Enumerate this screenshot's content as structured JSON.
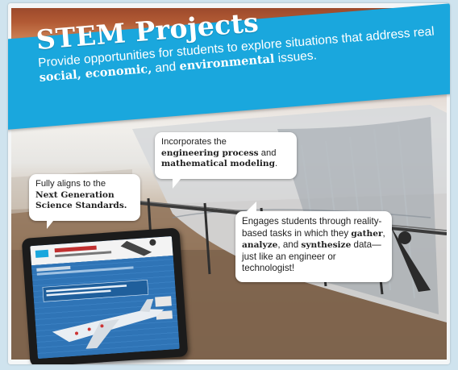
{
  "banner": {
    "title": "STEM Projects",
    "sub_prefix": "Provide opportunities for students to explore situations that address real ",
    "sub_b1": "social, economic,",
    "sub_mid": " and ",
    "sub_b2": "environmental",
    "sub_suffix": " issues."
  },
  "callouts": {
    "left": {
      "line1": "Fully aligns to the",
      "bold": "Next Generation Science Standards."
    },
    "center": {
      "line1": "Incorporates the",
      "bold1": "engineering process",
      "mid": " and",
      "bold2": "mathematical modeling",
      "end": "."
    },
    "right": {
      "line1": "Engages students through reality-based tasks in which they ",
      "bold1": "gather",
      "c1": ", ",
      "bold2": "analyze",
      "c2": ", and",
      "bold3": "synthesize",
      "end": " data—just like an engineer or technologist!"
    }
  },
  "colors": {
    "banner": "#1aa7dd",
    "callout_bg": "#ffffff",
    "tablet_bezel": "#1b1b1b"
  },
  "icons": {
    "tablet": "tablet-device-icon"
  }
}
